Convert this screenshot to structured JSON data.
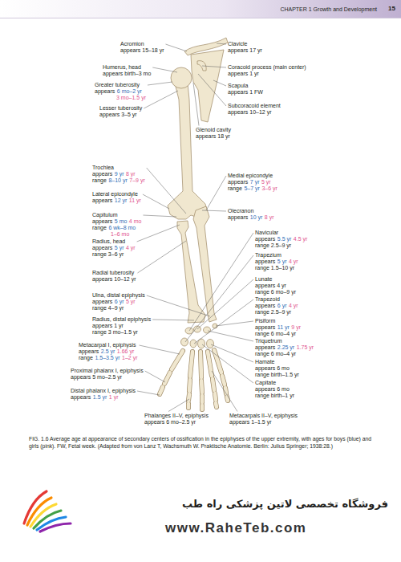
{
  "diagram": {
    "caption": "FIG. 1.6 Average age at appearance of secondary centers of ossification in the epiphyses of the upper extremity, with ages for boys (blue) and girls (pink). FW, Fetal week. (Adapted from von Lanz T, Wachsmuth W. Praktische Anatomie. Berlin: Julius Springer; 1938:28.)",
    "labels": [
      "CHAPTER 1 Growth and Development",
      "15",
      "Acromion",
      "appears 15–18 yr",
      "Humerus, head",
      "appears birth–3 mo",
      "Greater tuberosity",
      "appears",
      "6 mo–2 yr",
      "3 mo–1.5 yr",
      "Lesser tuberosity",
      "appears 3–5 yr",
      "Clavicle",
      "appears 17 yr",
      "Coracoid process (main center)",
      "appears 1 yr",
      "Scapula",
      "appears 1 FW",
      "Subcoracoid element",
      "appears 10–12 yr",
      "Glenoid cavity",
      "appears 18 yr",
      "Trochlea",
      "appears",
      "9 yr",
      "8 yr",
      "range",
      "8–10 yr",
      "7–9 yr",
      "Medial epicondyle",
      "appears",
      "7 yr",
      "5 yr",
      "range",
      "5–7 yr",
      "3–6 yr",
      "Lateral epicondyle",
      "appears",
      "12 yr",
      "11 yr",
      "Olecranon",
      "appears",
      "10 yr",
      "8 yr",
      "Capitulum",
      "appears",
      "5 mo",
      "4 mo",
      "range",
      "6 wk–8 mo",
      "1–6 mo",
      "Navicular",
      "appears",
      "5.5 yr",
      "4.5 yr",
      "range 2.5–9 yr",
      "Radius, head",
      "appears",
      "5 yr",
      "4 yr",
      "range 3–6 yr",
      "Trapezium",
      "appears",
      "5 yr",
      "4 yr",
      "range 1.5–10 yr",
      "Radial tuberosity",
      "appears 10–12 yr",
      "Lunate",
      "appears 4 yr",
      "range 6 mo–9 yr",
      "Ulna, distal epiphysis",
      "appears",
      "6 yr",
      "5 yr",
      "range 4–9 yr",
      "Trapezoid",
      "appears",
      "6 yr",
      "4 yr",
      "range 2.5–9 yr",
      "Radius, distal epiphysis",
      "appears 1 yr",
      "range 3 mo–1.5 yr",
      "Pisiform",
      "appears",
      "11 yr",
      "9 yr",
      "range 6 mo–4 yr",
      "Triquetrum",
      "appears",
      "2.25 yr",
      "1.75 yr",
      "range 6 mo–4 yr",
      "Metacarpal I, epiphysis",
      "appears",
      "2.5 yr",
      "1.66 yr",
      "range",
      "1.5–3.5 yr",
      "1–2 yr",
      "Hamate",
      "appears 6 mo",
      "range birth–1.5 yr",
      "Proximal phalanx I, epiphysis",
      "appears 5 mo–2.5 yr",
      "Capitate",
      "appears 6 mo",
      "range birth–1 yr",
      "Distal phalanx I, epiphysis",
      "appears",
      "1.5 yr",
      "1 yr",
      "Phalanges II–V, epiphysis",
      "appears 6 mo–2.5 yr",
      "Metacarpals II–V, epiphysis",
      "appears 1–1.5 yr",
      "فروشگاه تخصصی لاتین پزشکی راه طب",
      "www.RaheTeb.com"
    ]
  }
}
